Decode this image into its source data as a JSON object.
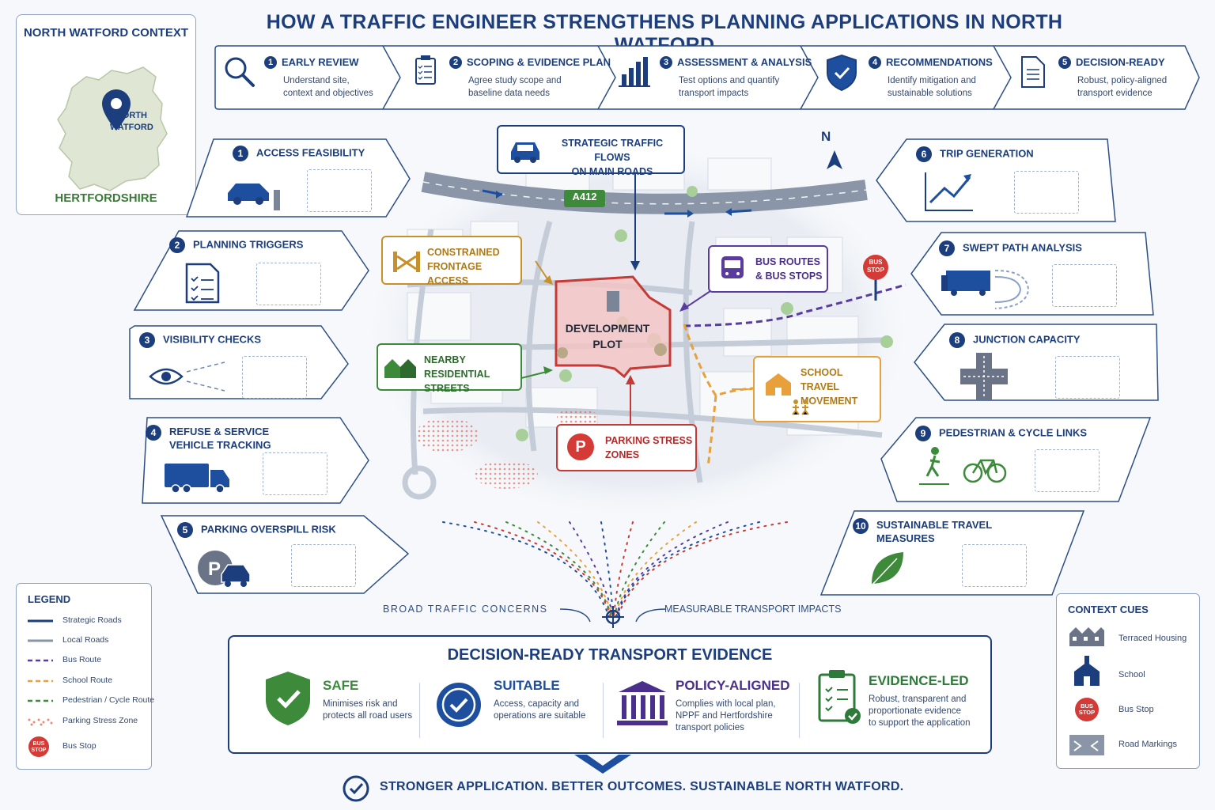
{
  "title": "HOW A TRAFFIC ENGINEER STRENGTHENS PLANNING APPLICATIONS IN NORTH WATFORD",
  "context": {
    "heading": "NORTH WATFORD CONTEXT",
    "town_line1": "NORTH",
    "town_line2": "WATFORD",
    "county": "HERTFORDSHIRE"
  },
  "process": [
    {
      "n": "1",
      "title": "EARLY REVIEW",
      "d1": "Understand site,",
      "d2": "context and objectives",
      "icon": "magnifier-icon"
    },
    {
      "n": "2",
      "title": "SCOPING & EVIDENCE PLAN",
      "d1": "Agree study scope and",
      "d2": "baseline data needs",
      "icon": "clipboard-icon"
    },
    {
      "n": "3",
      "title": "ASSESSMENT & ANALYSIS",
      "d1": "Test options and quantify",
      "d2": "transport impacts",
      "icon": "bar-chart-icon"
    },
    {
      "n": "4",
      "title": "RECOMMENDATIONS",
      "d1": "Identify mitigation and",
      "d2": "sustainable solutions",
      "icon": "shield-check-icon"
    },
    {
      "n": "5",
      "title": "DECISION-READY",
      "d1": "Robust, policy-aligned",
      "d2": "transport evidence",
      "icon": "document-icon"
    }
  ],
  "left_cards": [
    {
      "n": "1",
      "l1": "ACCESS FEASIBILITY",
      "l2": ""
    },
    {
      "n": "2",
      "l1": "PLANNING TRIGGERS",
      "l2": ""
    },
    {
      "n": "3",
      "l1": "VISIBILITY CHECKS",
      "l2": ""
    },
    {
      "n": "4",
      "l1": "REFUSE & SERVICE",
      "l2": "VEHICLE TRACKING"
    },
    {
      "n": "5",
      "l1": "PARKING OVERSPILL RISK",
      "l2": ""
    }
  ],
  "right_cards": [
    {
      "n": "6",
      "l1": "TRIP GENERATION",
      "l2": ""
    },
    {
      "n": "7",
      "l1": "SWEPT PATH ANALYSIS",
      "l2": ""
    },
    {
      "n": "8",
      "l1": "JUNCTION CAPACITY",
      "l2": ""
    },
    {
      "n": "9",
      "l1": "PEDESTRIAN & CYCLE LINKS",
      "l2": ""
    },
    {
      "n": "10",
      "l1": "SUSTAINABLE TRAVEL",
      "l2": "MEASURES"
    }
  ],
  "map": {
    "north": "N",
    "road": "A412",
    "plot_l1": "DEVELOPMENT",
    "plot_l2": "PLOT",
    "bus_stop_l1": "BUS",
    "bus_stop_l2": "STOP",
    "callouts": {
      "strategic_l1": "STRATEGIC TRAFFIC FLOWS",
      "strategic_l2": "ON MAIN ROADS",
      "frontage_l1": "CONSTRAINED",
      "frontage_l2": "FRONTAGE ACCESS",
      "bus_l1": "BUS ROUTES",
      "bus_l2": "& BUS STOPS",
      "residential_l1": "NEARBY RESIDENTIAL",
      "residential_l2": "STREETS",
      "school_l1": "SCHOOL TRAVEL",
      "school_l2": "MOVEMENT",
      "parking_l1": "PARKING STRESS",
      "parking_l2": "ZONES",
      "parking_icon": "P"
    }
  },
  "concerns": "BROAD TRAFFIC CONCERNS",
  "impacts": "MEASURABLE TRANSPORT IMPACTS",
  "evidence": {
    "heading": "DECISION-READY TRANSPORT EVIDENCE",
    "items": [
      {
        "title": "SAFE",
        "d1": "Minimises risk and",
        "d2": "protects all road users",
        "d3": "",
        "color": "#3c8a3a"
      },
      {
        "title": "SUITABLE",
        "d1": "Access, capacity and",
        "d2": "operations are suitable",
        "d3": "",
        "color": "#1d4f9e"
      },
      {
        "title": "POLICY-ALIGNED",
        "d1": "Complies with local plan,",
        "d2": "NPPF and Hertfordshire",
        "d3": "transport policies",
        "color": "#4a2f8c"
      },
      {
        "title": "EVIDENCE-LED",
        "d1": "Robust, transparent and",
        "d2": "proportionate evidence",
        "d3": "to support the application",
        "color": "#2e7a3a"
      }
    ]
  },
  "footer": "STRONGER APPLICATION. BETTER OUTCOMES. SUSTAINABLE NORTH WATFORD.",
  "legend": {
    "heading": "LEGEND",
    "items": [
      {
        "label": "Strategic Roads",
        "color": "#1d3e7c",
        "style": "solid"
      },
      {
        "label": "Local Roads",
        "color": "#8a96a8",
        "style": "solid"
      },
      {
        "label": "Bus Route",
        "color": "#5a3c9e",
        "style": "dash"
      },
      {
        "label": "School Route",
        "color": "#e8a13a",
        "style": "dash"
      },
      {
        "label": "Pedestrian / Cycle Route",
        "color": "#3c8a3a",
        "style": "dash"
      },
      {
        "label": "Parking Stress Zone",
        "color": "#e88a7a",
        "style": "dots"
      },
      {
        "label": "Bus Stop",
        "color": "#d43a36",
        "style": "stop"
      }
    ],
    "stop_l1": "BUS",
    "stop_l2": "STOP"
  },
  "cues": {
    "heading": "CONTEXT CUES",
    "items": [
      "Terraced Housing",
      "School",
      "Bus Stop",
      "Road Markings"
    ],
    "stop_l1": "BUS",
    "stop_l2": "STOP"
  }
}
